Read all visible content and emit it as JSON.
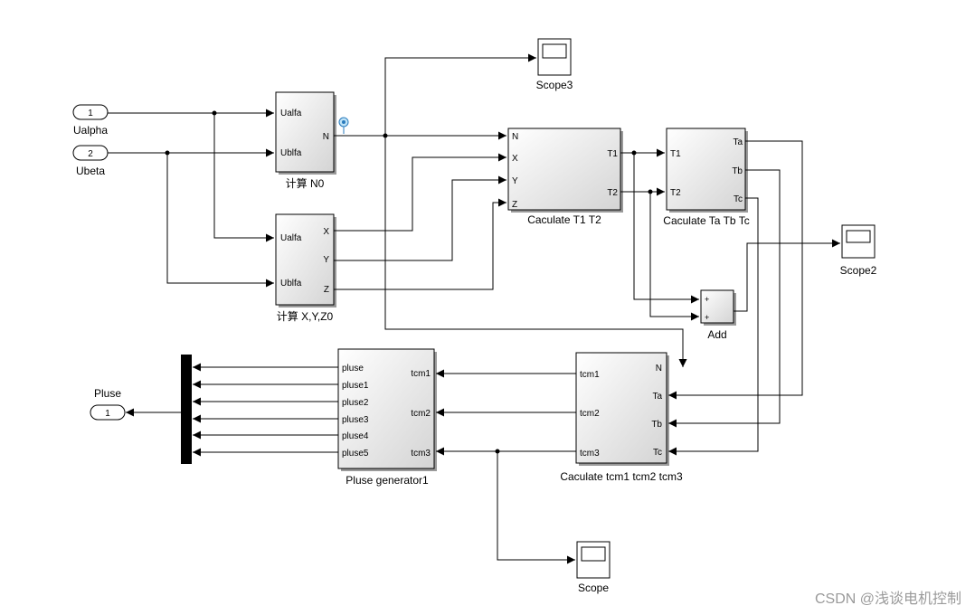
{
  "inports": [
    {
      "number": "1",
      "name": "Ualpha"
    },
    {
      "number": "2",
      "name": "Ubeta"
    }
  ],
  "outport": {
    "number": "1",
    "name": "Pluse"
  },
  "blocks": {
    "n0": {
      "name": "计算 N0",
      "inputs": [
        "Ualfa",
        "Ublfa"
      ],
      "output": "N"
    },
    "xyz": {
      "name": "计算 X,Y,Z0",
      "inputs": [
        "Ualfa",
        "Ublfa"
      ],
      "outputs": [
        "X",
        "Y",
        "Z"
      ]
    },
    "t1t2": {
      "name": "Caculate  T1 T2",
      "inputs": [
        "N",
        "X",
        "Y",
        "Z"
      ],
      "outputs": [
        "T1",
        "T2"
      ]
    },
    "tatbtc": {
      "name": "Caculate Ta Tb Tc",
      "inputs": [
        "T1",
        "T2"
      ],
      "outputs": [
        "Ta",
        "Tb",
        "Tc"
      ]
    },
    "add": {
      "name": "Add",
      "signs": [
        "+",
        "+"
      ]
    },
    "tcm": {
      "name": "Caculate tcm1 tcm2 tcm3",
      "inputs": [
        "tcm1",
        "tcm2",
        "tcm3"
      ],
      "outputs": [
        "N",
        "Ta",
        "Tb",
        "Tc"
      ]
    },
    "pulsegen": {
      "name": "Pluse generator1",
      "outputs": [
        "pluse",
        "pluse1",
        "pluse2",
        "pluse3",
        "pluse4",
        "pluse5"
      ],
      "inputs": [
        "tcm1",
        "tcm2",
        "tcm3"
      ]
    }
  },
  "scopes": [
    "Scope3",
    "Scope2",
    "Scope"
  ],
  "watermark": "CSDN @浅谈电机控制"
}
